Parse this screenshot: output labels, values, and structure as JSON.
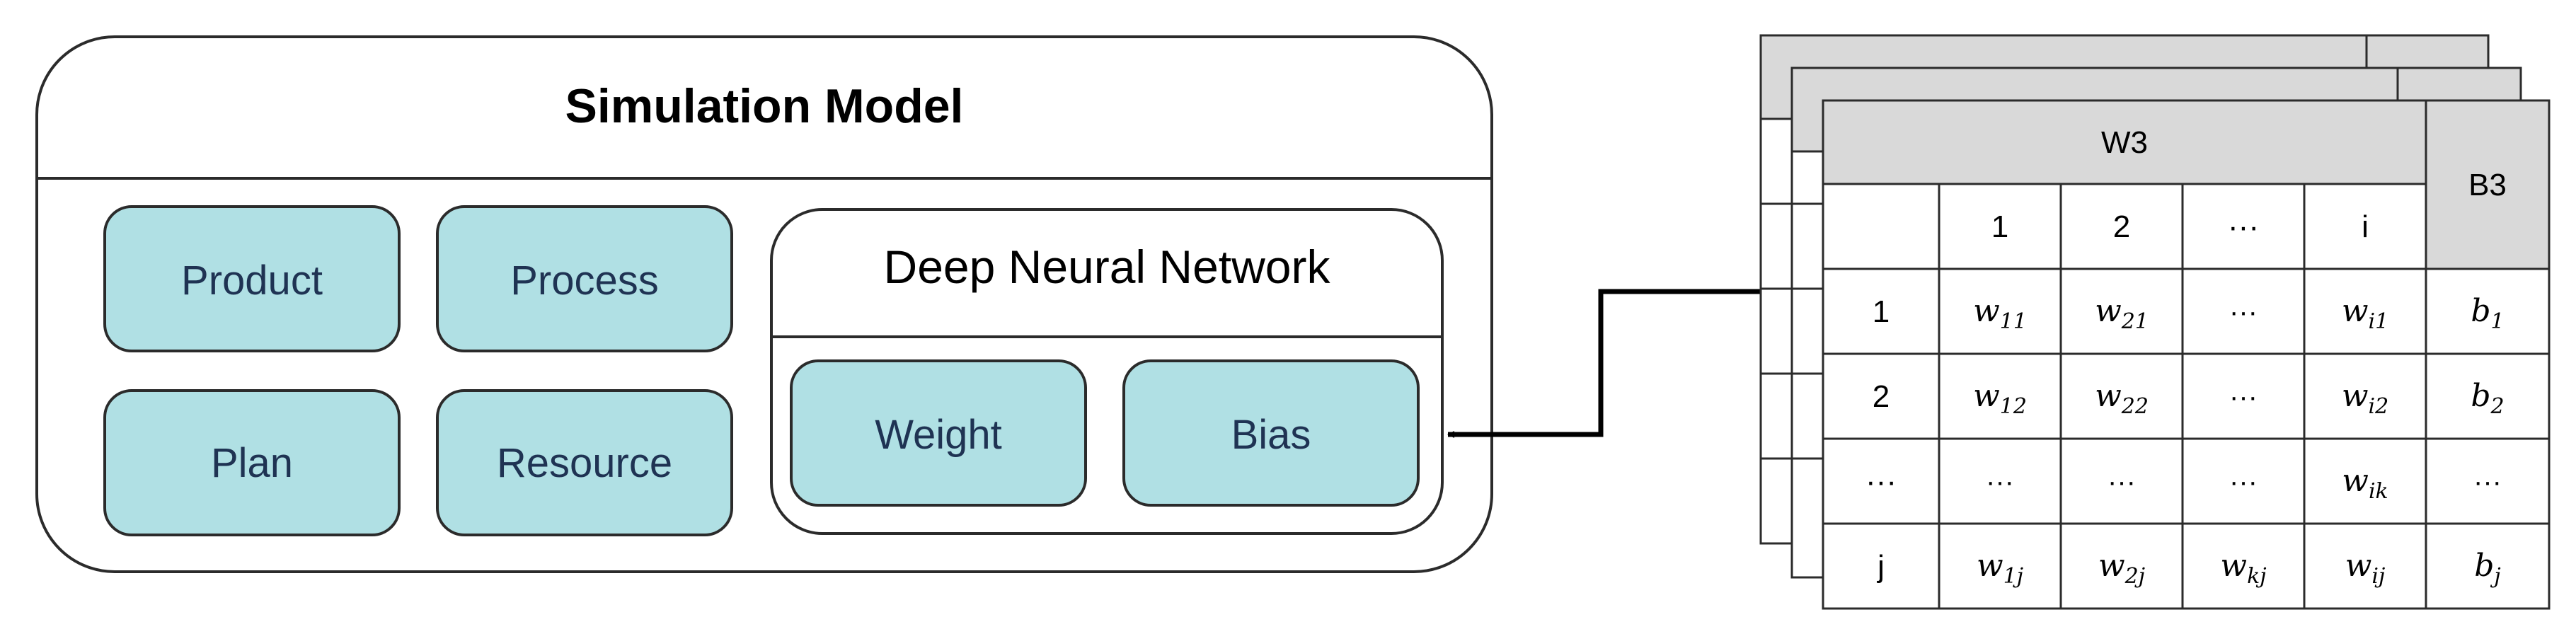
{
  "model": {
    "title": "Simulation Model",
    "components": [
      "Product",
      "Process",
      "Plan",
      "Resource"
    ],
    "dnn": {
      "title": "Deep Neural Network",
      "items": [
        "Weight",
        "Bias"
      ]
    }
  },
  "table": {
    "back_titles": [
      "....",
      "...."
    ],
    "weight_title": "W3",
    "bias_title": "B3",
    "col_headers": [
      "",
      "1",
      "2",
      "···",
      "i"
    ],
    "rows": [
      {
        "label": "1",
        "cells": [
          {
            "b": "w",
            "s": "11"
          },
          {
            "b": "w",
            "s": "21"
          },
          {
            "t": "···"
          },
          {
            "b": "w",
            "s": "i1"
          },
          {
            "b": "b",
            "s": "1"
          }
        ]
      },
      {
        "label": "2",
        "cells": [
          {
            "b": "w",
            "s": "12"
          },
          {
            "b": "w",
            "s": "22"
          },
          {
            "t": "···"
          },
          {
            "b": "w",
            "s": "i2"
          },
          {
            "b": "b",
            "s": "2"
          }
        ]
      },
      {
        "label": "···",
        "cells": [
          {
            "t": "···"
          },
          {
            "t": "···"
          },
          {
            "t": "···"
          },
          {
            "b": "w",
            "s": "ik"
          },
          {
            "t": "···"
          }
        ]
      },
      {
        "label": "j",
        "cells": [
          {
            "b": "w",
            "s": "1j"
          },
          {
            "b": "w",
            "s": "2j"
          },
          {
            "b": "w",
            "s": "kj"
          },
          {
            "b": "w",
            "s": "ij"
          },
          {
            "b": "b",
            "s": "j"
          }
        ]
      }
    ]
  },
  "colors": {
    "box_fill": "#b0e0e4",
    "header_fill": "#d9d9d9",
    "stroke": "#2b2b2b"
  }
}
